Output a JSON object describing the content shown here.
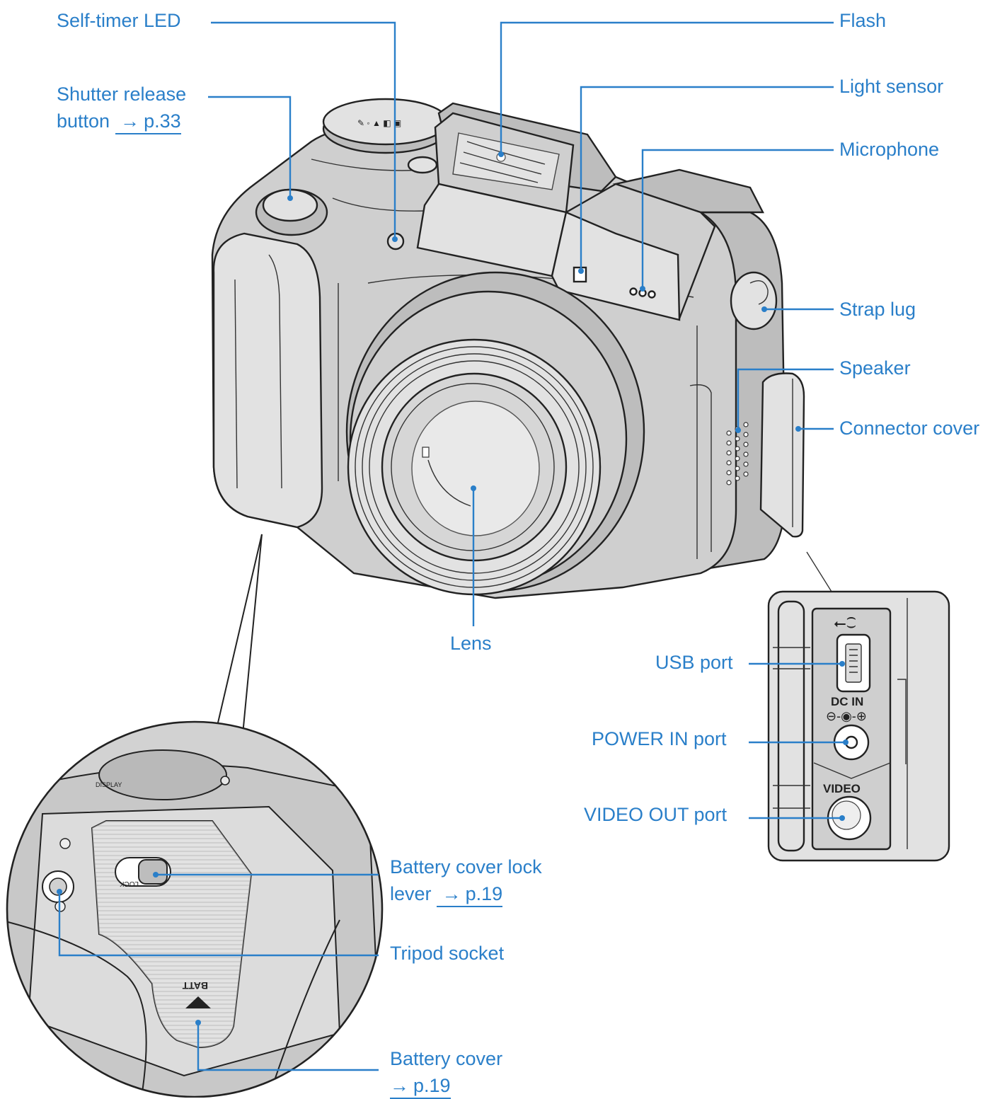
{
  "labels": {
    "self_timer_led": "Self-timer LED",
    "shutter_release_line1": "Shutter release",
    "shutter_release_line2": "button",
    "shutter_release_ref": "p.33",
    "flash": "Flash",
    "light_sensor": "Light sensor",
    "microphone": "Microphone",
    "strap_lug": "Strap lug",
    "speaker": "Speaker",
    "connector_cover": "Connector cover",
    "lens": "Lens",
    "usb_port": "USB port",
    "power_in_port": "POWER IN port",
    "video_out_port": "VIDEO OUT port",
    "battery_cover_lock_line1": "Battery cover lock",
    "battery_cover_lock_line2": "lever",
    "battery_cover_lock_ref": "p.19",
    "tripod_socket": "Tripod socket",
    "battery_cover_line1": "Battery cover",
    "battery_cover_ref": "p.19",
    "arrow_glyph": "→"
  },
  "device_markings": {
    "dc_in": "DC IN",
    "video": "VIDEO",
    "lock": "LOCK",
    "batt": "BATT",
    "display": "DISPLAY"
  },
  "colors": {
    "label_blue": "#2a7fc9",
    "outline": "#222222",
    "body_gray": "#cfcfcf"
  }
}
